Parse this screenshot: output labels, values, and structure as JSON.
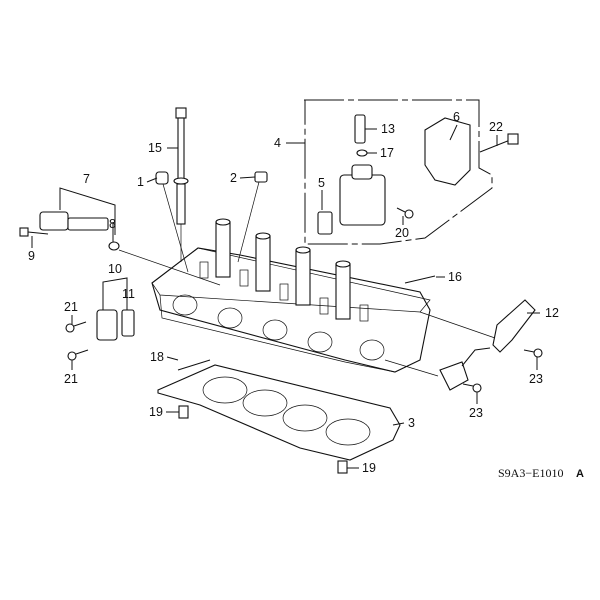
{
  "diagram": {
    "type": "exploded-parts-diagram",
    "subject": "cylinder head assembly",
    "drawing_code": "S9A3−E1010",
    "drawing_revision": "A",
    "callouts": [
      {
        "id": "c1",
        "label": "1"
      },
      {
        "id": "c2",
        "label": "2"
      },
      {
        "id": "c3",
        "label": "3"
      },
      {
        "id": "c4",
        "label": "4"
      },
      {
        "id": "c5",
        "label": "5"
      },
      {
        "id": "c6",
        "label": "6"
      },
      {
        "id": "c7",
        "label": "7"
      },
      {
        "id": "c8",
        "label": "8"
      },
      {
        "id": "c9",
        "label": "9"
      },
      {
        "id": "c10",
        "label": "10"
      },
      {
        "id": "c11",
        "label": "11"
      },
      {
        "id": "c12",
        "label": "12"
      },
      {
        "id": "c13",
        "label": "13"
      },
      {
        "id": "c15",
        "label": "15"
      },
      {
        "id": "c16",
        "label": "16"
      },
      {
        "id": "c17",
        "label": "17"
      },
      {
        "id": "c18",
        "label": "18"
      },
      {
        "id": "c19a",
        "label": "19"
      },
      {
        "id": "c19b",
        "label": "19"
      },
      {
        "id": "c20",
        "label": "20"
      },
      {
        "id": "c21a",
        "label": "21"
      },
      {
        "id": "c21b",
        "label": "21"
      },
      {
        "id": "c22",
        "label": "22"
      },
      {
        "id": "c23a",
        "label": "23"
      },
      {
        "id": "c23b",
        "label": "23"
      }
    ]
  }
}
